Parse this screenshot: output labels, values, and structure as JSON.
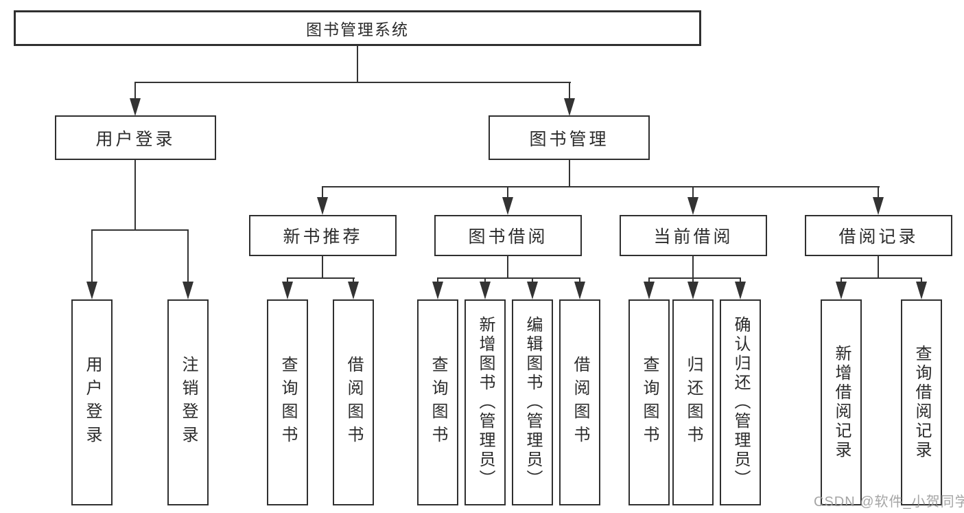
{
  "diagram_title": "图书管理系统",
  "nodes": {
    "root": "图书管理系统",
    "user_login": "用户登录",
    "book_management": "图书管理",
    "new_book_recommend": "新书推荐",
    "book_borrowing": "图书借阅",
    "current_borrowing": "当前借阅",
    "borrowing_records": "借阅记录",
    "ul_user_login": "用户登录",
    "ul_logout": "注销登录",
    "nb_query_books": "查询图书",
    "nb_borrow_books": "借阅图书",
    "bb_query_books": "查询图书",
    "bb_add_books": "新增图书（管理员）",
    "bb_edit_books": "编辑图书（管理员）",
    "bb_borrow_books": "借阅图书",
    "cb_query_books": "查询图书",
    "cb_return_books": "归还图书",
    "cb_confirm_return": "确认归还（管理员）",
    "br_add_record": "新增借阅记录",
    "br_query_record": "查询借阅记录"
  },
  "watermark": "CSDN @软件_小贺同学",
  "colors": {
    "line": "#333333",
    "border": "#2f2f2f",
    "text": "#2b2b2b",
    "watermark": "#9b9b9b",
    "background": "#ffffff"
  }
}
